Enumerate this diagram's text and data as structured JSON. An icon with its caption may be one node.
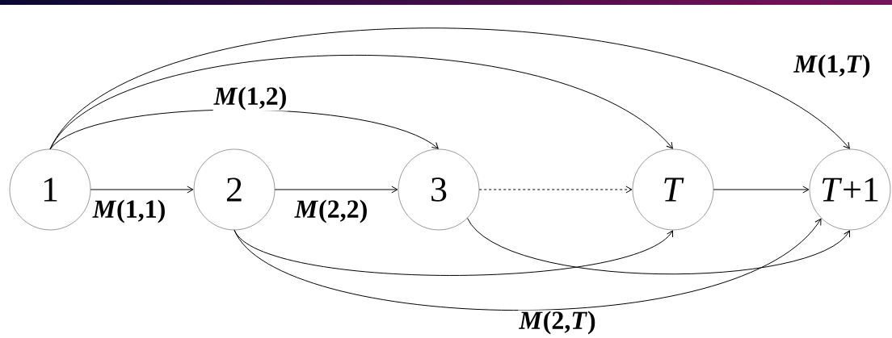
{
  "diagram": {
    "nodes": [
      {
        "text": [
          "1"
        ]
      },
      {
        "text": [
          "2"
        ]
      },
      {
        "text": [
          "3"
        ]
      },
      {
        "text": [
          "*T*"
        ]
      },
      {
        "text": [
          "*T*+1"
        ]
      }
    ],
    "edges": [
      {
        "from": 0,
        "to": 1,
        "arrow": "to",
        "label": "*M*(1,1)"
      },
      {
        "from": 1,
        "to": 2,
        "arrow": "to",
        "label": "*M*(2,2)"
      },
      {
        "from": 2,
        "to": 3,
        "arrow": "to",
        "style": "dashed"
      },
      {
        "from": 3,
        "to": 4,
        "arrow": "to"
      },
      {
        "from": 0,
        "to": 2,
        "arrow": "to",
        "label": "*M*(1,2)"
      },
      {
        "from": 0,
        "to": 3,
        "arrow": "to"
      },
      {
        "from": 0,
        "to": 4,
        "arrow": "to",
        "label": "*M*(1,*T*)"
      },
      {
        "from": 1,
        "to": 3,
        "arrow": "to"
      },
      {
        "from": 1,
        "to": 4,
        "arrow": "to",
        "label": "*M*(2,*T*)"
      },
      {
        "from": 2,
        "to": 4,
        "arrow": "to"
      }
    ]
  }
}
